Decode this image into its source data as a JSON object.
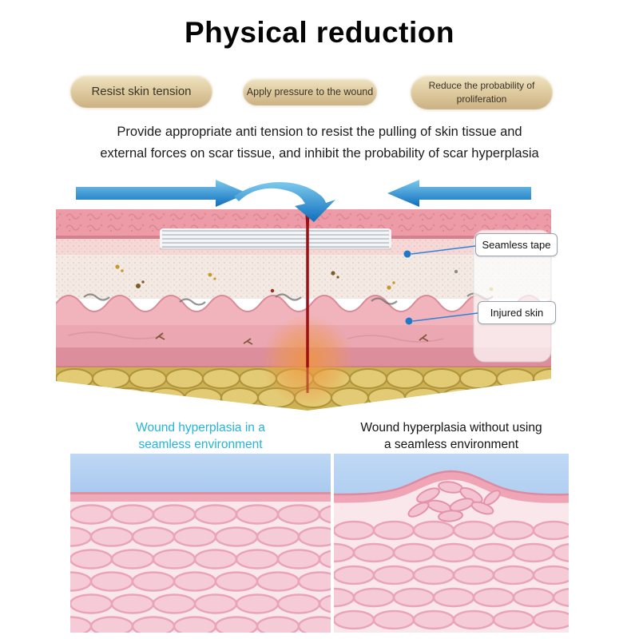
{
  "page": {
    "title": "Physical reduction"
  },
  "badges": [
    {
      "label": "Resist skin tension"
    },
    {
      "label": "Apply pressure to the wound"
    },
    {
      "label": "Reduce the probability of proliferation"
    }
  ],
  "description": {
    "line1": "Provide appropriate anti tension to resist the pulling of skin tissue and",
    "line2": "external forces on scar tissue, and inhibit the probability of scar hyperplasia"
  },
  "illustration": {
    "tape_label": "Seamless tape",
    "skin_label": "Injured skin"
  },
  "comparison": {
    "left_caption_line1": "Wound hyperplasia in a",
    "left_caption_line2": "seamless environment",
    "right_caption_line1": "Wound hyperplasia without using",
    "right_caption_line2": "a seamless environment"
  },
  "colors": {
    "accent_cyan": "#25b4da",
    "badge_gold": "#d9c28f",
    "arrow_blue": "#1173c2",
    "wound_red": "#9d1013",
    "sky_blue": "#b3d0f2",
    "skin_pink": "#f6cbd8",
    "fat_yellow": "#d8bc63"
  }
}
